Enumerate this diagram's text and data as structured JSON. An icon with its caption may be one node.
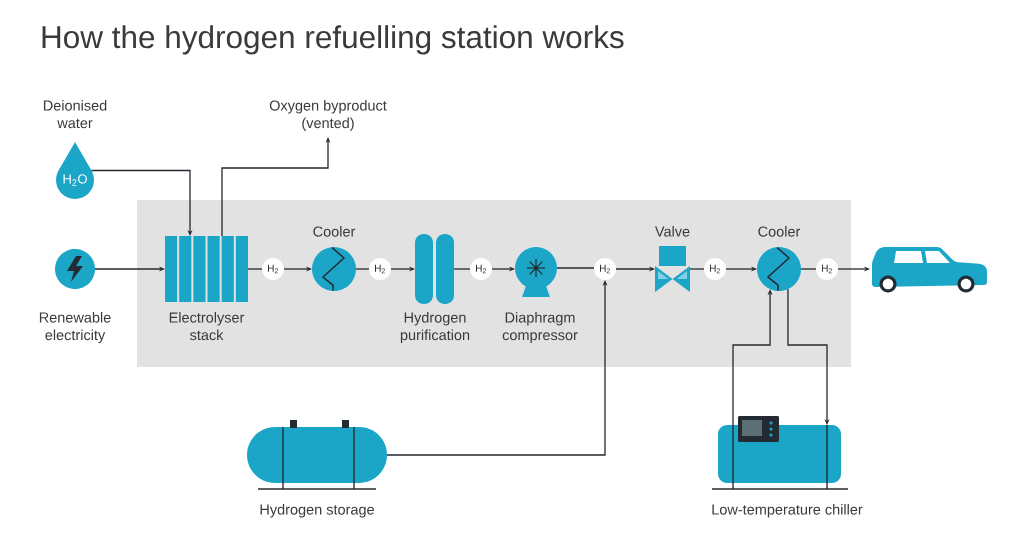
{
  "diagram": {
    "title": "How the hydrogen refuelling station works",
    "nodes": [
      {
        "text": [
          "Deionised water",
          "H$_{2}$O"
        ]
      },
      {
        "text": [
          "Oxygen byproduct (vented)"
        ]
      },
      {
        "text": [
          "Renewable electricity"
        ]
      },
      {
        "text": [],
        "shape": "box"
      },
      {
        "text": [
          "Electrolyser stack"
        ],
        "in": 3
      },
      {
        "text": [
          "H$_{2}$"
        ],
        "in": 3
      },
      {
        "text": [
          "Cooler"
        ],
        "in": 3
      },
      {
        "text": [
          "H$_{2}$"
        ],
        "in": 3
      },
      {
        "text": [
          "Hydrogen purification"
        ],
        "in": 3
      },
      {
        "text": [
          "H$_{2}$"
        ],
        "in": 3
      },
      {
        "text": [
          "Diaphragm compressor"
        ],
        "in": 3
      },
      {
        "text": [
          "H$_{2}$"
        ],
        "in": 3
      },
      {
        "text": [
          "Valve"
        ],
        "in": 3
      },
      {
        "text": [
          "H$_{2}$"
        ],
        "in": 3
      },
      {
        "text": [
          "Cooler"
        ],
        "in": 3
      },
      {
        "text": [
          "H$_{2}$"
        ],
        "in": 3
      },
      {
        "text": [],
        "shape": "car"
      },
      {
        "text": [
          "Hydrogen storage"
        ]
      },
      {
        "text": [
          "Low-temperature chiller"
        ]
      }
    ],
    "edges": [
      {
        "from": 0,
        "to": 4,
        "arrow": "to"
      },
      {
        "from": 4,
        "to": 1,
        "arrow": "to"
      },
      {
        "from": 2,
        "to": 4,
        "arrow": "to"
      },
      {
        "from": 4,
        "to": 5,
        "arrow": "none"
      },
      {
        "from": 5,
        "to": 6,
        "arrow": "to"
      },
      {
        "from": 6,
        "to": 7,
        "arrow": "none"
      },
      {
        "from": 7,
        "to": 8,
        "arrow": "to"
      },
      {
        "from": 8,
        "to": 9,
        "arrow": "none"
      },
      {
        "from": 9,
        "to": 10,
        "arrow": "to"
      },
      {
        "from": 10,
        "to": 11,
        "arrow": "none"
      },
      {
        "from": 11,
        "to": 12,
        "arrow": "to"
      },
      {
        "from": 12,
        "to": 13,
        "arrow": "none"
      },
      {
        "from": 13,
        "to": 14,
        "arrow": "to"
      },
      {
        "from": 14,
        "to": 15,
        "arrow": "none"
      },
      {
        "from": 15,
        "to": 16,
        "arrow": "to"
      },
      {
        "from": 17,
        "to": 11,
        "arrow": "to"
      },
      {
        "from": 18,
        "to": 14,
        "arrow": "to"
      },
      {
        "from": 14,
        "to": 18,
        "arrow": "to"
      }
    ]
  }
}
